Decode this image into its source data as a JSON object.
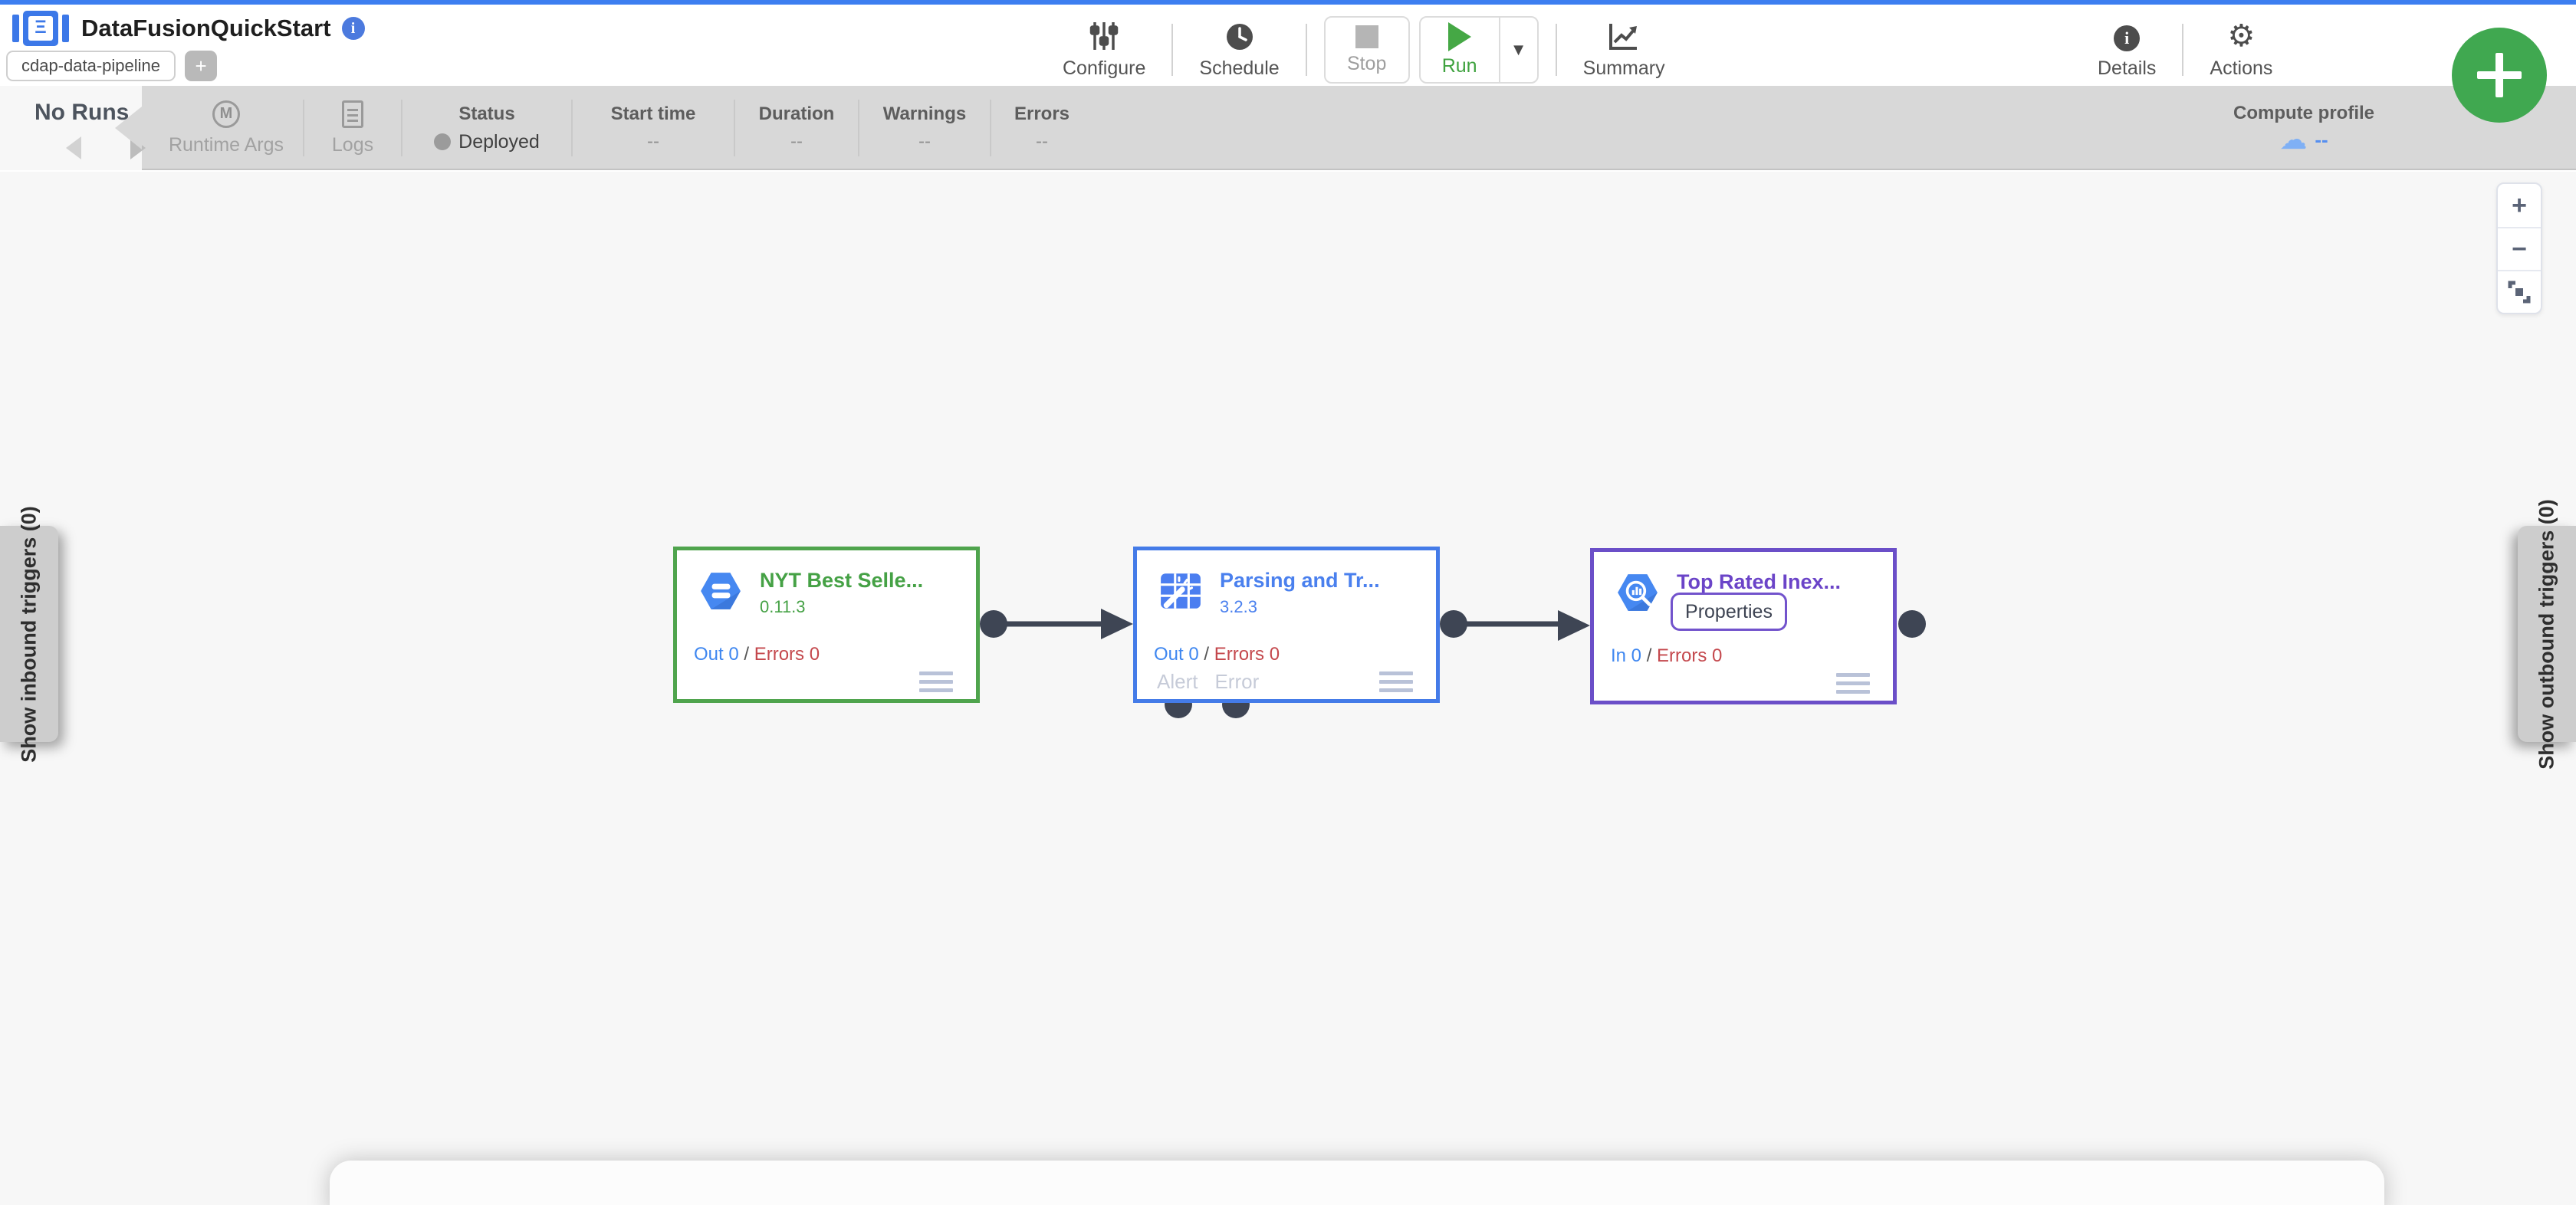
{
  "header": {
    "title": "DataFusionQuickStart",
    "pipeline_type_label": "cdap-data-pipeline",
    "toolbar": {
      "configure": "Configure",
      "schedule": "Schedule",
      "stop": "Stop",
      "run": "Run",
      "summary": "Summary",
      "details": "Details",
      "actions": "Actions"
    }
  },
  "icons": {
    "gear": "⚙",
    "cloud": "☁",
    "caret_down": "▼",
    "logo_glyph": "Ξ",
    "info": "i",
    "zoom_in": "+",
    "zoom_out": "−",
    "runtime_args_letter": "M",
    "add": "+"
  },
  "status_bar": {
    "runs_label": "No Runs",
    "runtime_args_label": "Runtime Args",
    "logs_label": "Logs",
    "columns": [
      {
        "label": "Status",
        "value": "Deployed"
      },
      {
        "label": "Start time",
        "value": "--"
      },
      {
        "label": "Duration",
        "value": "--"
      },
      {
        "label": "Warnings",
        "value": "--"
      },
      {
        "label": "Errors",
        "value": "--"
      }
    ],
    "compute_profile": {
      "label": "Compute profile",
      "value": "--"
    }
  },
  "canvas": {
    "nodes": [
      {
        "title": "NYT Best Selle...",
        "version": "0.11.3",
        "metric_left": "Out 0",
        "metric_sep": "/",
        "metric_right": "Errors 0",
        "accent": "#4fa44d",
        "title_color": "#45a145"
      },
      {
        "title": "Parsing and Tr...",
        "version": "3.2.3",
        "metric_left": "Out 0",
        "metric_sep": "/",
        "metric_right": "Errors 0",
        "accent": "#447be8",
        "title_color": "#4a80ee",
        "port_labels": [
          "Alert",
          "Error"
        ]
      },
      {
        "title": "Top Rated Inex...",
        "properties_label": "Properties",
        "metric_left": "In 0",
        "metric_sep": "/",
        "metric_right": "Errors 0",
        "accent": "#6b4fc8",
        "title_color": "#6b44c8"
      }
    ],
    "triggers": {
      "inbound_label": "Show inbound triggers (0)",
      "outbound_label": "Show outbound triggers (0)"
    }
  },
  "colors": {
    "top_strip": "#3d7ef0",
    "status_bar_bg": "#d8d8d8",
    "canvas_bg": "#f7f7f7",
    "edge": "#3e4554",
    "fab_green": "#40a850"
  }
}
